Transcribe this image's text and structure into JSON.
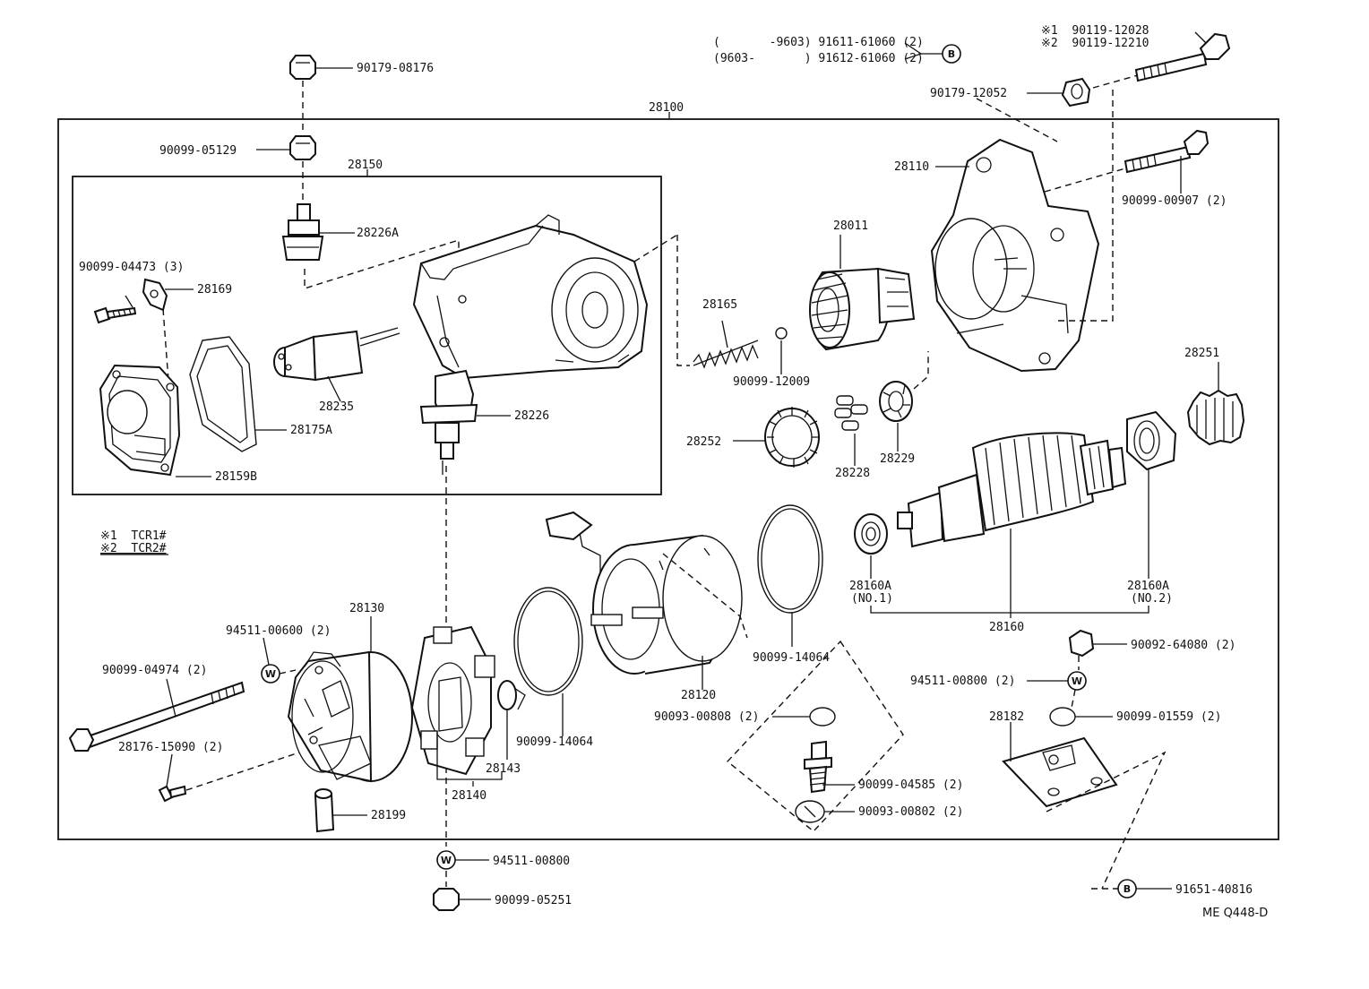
{
  "labels": {
    "p90179_08176": "90179-08176",
    "p90099_05129": "90099-05129",
    "p28100": "28100",
    "p28150": "28150",
    "p28226A": "28226A",
    "p90099_04473": "90099-04473 (3)",
    "p28169": "28169",
    "p28235": "28235",
    "p28175A": "28175A",
    "p28159B": "28159B",
    "p28226": "28226",
    "p28165": "28165",
    "p90099_12009": "90099-12009",
    "p28011": "28011",
    "p28110": "28110",
    "p90099_00907": "90099-00907 (2)",
    "p28251": "28251",
    "p28252": "28252",
    "p28228": "28228",
    "p28229": "28229",
    "p28160A_1": "28160A",
    "p28160A_1_sub": "(NO.1)",
    "p28160A_2": "28160A",
    "p28160A_2_sub": "(NO.2)",
    "p28160": "28160",
    "p90179_12052": "90179-12052",
    "p91611_line": "(       -9603) 91611-61060 (2)",
    "p91612_line": "(9603-       ) 91612-61060 (2)",
    "p90119_12028": "※1  90119-12028",
    "p90119_12210": "※2  90119-12210",
    "note1": "※1  TCR1#",
    "note2": "※2  TCR2#",
    "p28130": "28130",
    "p94511_00600": "94511-00600 (2)",
    "p90099_04974": "90099-04974 (2)",
    "p28176_15090": "28176-15090 (2)",
    "p28199": "28199",
    "p28140": "28140",
    "p28143": "28143",
    "p90099_14064_a": "90099-14064",
    "p28120": "28120",
    "p90099_14064_b": "90099-14064",
    "p90093_00808": "90093-00808 (2)",
    "p90099_04585": "90099-04585 (2)",
    "p90093_00802": "90093-00802 (2)",
    "p90092_64080": "90092-64080 (2)",
    "p94511_00800_a": "94511-00800 (2)",
    "p90099_01559": "90099-01559 (2)",
    "p28182": "28182",
    "p94511_00800_b": "94511-00800",
    "p90099_05251": "90099-05251",
    "p91651_40816": "91651-40816",
    "diagram_code": "ME Q448-D"
  },
  "markers": {
    "b": "B",
    "w": "W"
  },
  "colors": {
    "line": "#111111",
    "background": "#ffffff"
  }
}
